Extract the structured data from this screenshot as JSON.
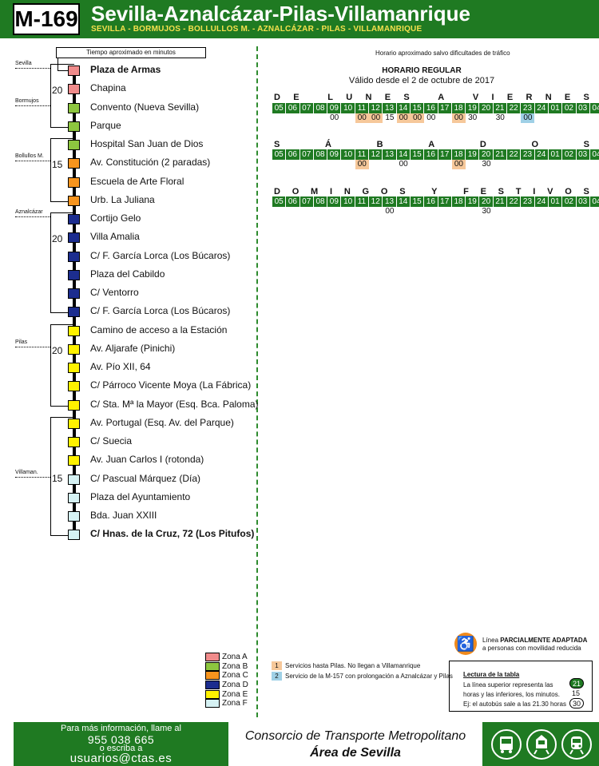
{
  "header": {
    "line_code": "M-169",
    "title": "Sevilla-Aznalcázar-Pilas-Villamanrique",
    "subtitle": "SEVILLA - BORMUJOS - BOLLULLOS M. - AZNALCÁZAR - PILAS - VILLAMANRIQUE"
  },
  "route": {
    "time_label": "Tiempo aproximado en minutos",
    "towns": [
      "Sevilla",
      "Bormujos",
      "Bollullos M.",
      "Aznalcázar",
      "Pilas",
      "Villaman."
    ],
    "segment_minutes": [
      "20",
      "15",
      "20",
      "20",
      "15"
    ],
    "stops": [
      {
        "name": "Plaza de Armas",
        "zone": "A"
      },
      {
        "name": "Chapina",
        "zone": "A"
      },
      {
        "name": "Convento (Nueva Sevilla)",
        "zone": "B"
      },
      {
        "name": "Parque",
        "zone": "B"
      },
      {
        "name": "Hospital San Juan de Dios",
        "zone": "B"
      },
      {
        "name": "Av. Constitución (2 paradas)",
        "zone": "C"
      },
      {
        "name": "Escuela de Arte Floral",
        "zone": "C"
      },
      {
        "name": "Urb. La Juliana",
        "zone": "C"
      },
      {
        "name": "Cortijo Gelo",
        "zone": "D"
      },
      {
        "name": "Villa Amalia",
        "zone": "D"
      },
      {
        "name": "C/ F. García Lorca (Los Búcaros)",
        "zone": "D"
      },
      {
        "name": "Plaza del Cabildo",
        "zone": "D"
      },
      {
        "name": "C/ Ventorro",
        "zone": "D"
      },
      {
        "name": "C/ F. García Lorca (Los Búcaros)",
        "zone": "D"
      },
      {
        "name": "Camino de acceso a la Estación",
        "zone": "E"
      },
      {
        "name": "Av. Aljarafe (Pinichi)",
        "zone": "E"
      },
      {
        "name": "Av. Pío XII, 64",
        "zone": "E"
      },
      {
        "name": "C/ Párroco Vicente Moya (La Fábrica)",
        "zone": "E"
      },
      {
        "name": "C/ Sta. Mª la Mayor (Esq. Bca. Paloma)",
        "zone": "E"
      },
      {
        "name": "Av. Portugal (Esq. Av. del Parque)",
        "zone": "E"
      },
      {
        "name": "C/ Suecia",
        "zone": "E"
      },
      {
        "name": "Av. Juan Carlos I (rotonda)",
        "zone": "E"
      },
      {
        "name": "C/ Pascual Márquez (Día)",
        "zone": "F"
      },
      {
        "name": "Plaza del Ayuntamiento",
        "zone": "F"
      },
      {
        "name": "Bda. Juan XXIII",
        "zone": "F"
      },
      {
        "name": "C/ Hnas. de la Cruz, 72 (Los Pitufos)",
        "zone": "F"
      }
    ]
  },
  "zone_colors": {
    "A": "#f08b8b",
    "B": "#8dc63f",
    "C": "#f7941d",
    "D": "#1c2d8f",
    "E": "#fff200",
    "F": "#d6f2f4"
  },
  "timetable": {
    "traffic_note": "Horario aproximado salvo dificultades de tráfico",
    "title": "HORARIO REGULAR",
    "valid_from": "Válido desde el 2 de octubre de 2017",
    "hours": [
      "05",
      "06",
      "07",
      "08",
      "09",
      "10",
      "11",
      "12",
      "13",
      "14",
      "15",
      "16",
      "17",
      "18",
      "19",
      "20",
      "21",
      "22",
      "23",
      "24",
      "01",
      "02",
      "03",
      "04"
    ],
    "days": [
      {
        "label": "DE LUNES A VIERNES",
        "departures": [
          {
            "hour_index": 4,
            "minute": "00",
            "remark": ""
          },
          {
            "hour_index": 6,
            "minute": "00",
            "remark": "1"
          },
          {
            "hour_index": 7,
            "minute": "00",
            "remark": "1"
          },
          {
            "hour_index": 8,
            "minute": "15",
            "remark": ""
          },
          {
            "hour_index": 9,
            "minute": "00",
            "remark": "1"
          },
          {
            "hour_index": 10,
            "minute": "00",
            "remark": "1"
          },
          {
            "hour_index": 11,
            "minute": "00",
            "remark": ""
          },
          {
            "hour_index": 13,
            "minute": "00",
            "remark": "1"
          },
          {
            "hour_index": 14,
            "minute": "30",
            "remark": ""
          },
          {
            "hour_index": 16,
            "minute": "30",
            "remark": ""
          },
          {
            "hour_index": 18,
            "minute": "00",
            "remark": "2"
          }
        ]
      },
      {
        "label": "SÁBADOS",
        "departures": [
          {
            "hour_index": 6,
            "minute": "00",
            "remark": "1"
          },
          {
            "hour_index": 9,
            "minute": "00",
            "remark": ""
          },
          {
            "hour_index": 13,
            "minute": "00",
            "remark": "1"
          },
          {
            "hour_index": 15,
            "minute": "30",
            "remark": ""
          }
        ]
      },
      {
        "label": "DOMINGOS Y FESTIVOS",
        "departures": [
          {
            "hour_index": 8,
            "minute": "00",
            "remark": ""
          },
          {
            "hour_index": 15,
            "minute": "30",
            "remark": ""
          }
        ]
      }
    ]
  },
  "zones_legend": [
    {
      "label": "Zona A",
      "zone": "A"
    },
    {
      "label": "Zona B",
      "zone": "B"
    },
    {
      "label": "Zona C",
      "zone": "C"
    },
    {
      "label": "Zona D",
      "zone": "D"
    },
    {
      "label": "Zona E",
      "zone": "E"
    },
    {
      "label": "Zona F",
      "zone": "F"
    }
  ],
  "remarks": [
    {
      "num": "1",
      "text": "Servicios hasta Pilas. No llegan a Villamanrique",
      "color": "#f6c89a"
    },
    {
      "num": "2",
      "text": "Servicio de la M-157 con prolongación a Aznalcázar y Pilas",
      "color": "#9fd0e6"
    }
  ],
  "accessibility": {
    "icon": "wheelchair-icon",
    "line1_prefix": "Línea ",
    "line1_bold": "PARCIALMENTE ADAPTADA",
    "line2": "a personas con movilidad reducida"
  },
  "reading": {
    "title": "Lectura de la tabla",
    "line1": "La línea superior representa las",
    "line2": "horas y las inferiores, los minutos.",
    "line3": "Ej: el autobús sale a las 21.30 horas",
    "ex_hour": "21",
    "ex_min1": "15",
    "ex_min2": "30"
  },
  "footer": {
    "info_line": "Para más información, llame al",
    "phone": "955 038 665",
    "write_line": "o escriba a",
    "email": "usuarios@ctas.es",
    "org_line1": "Consorcio de Transporte Metropolitano",
    "org_line2": "Área de Sevilla",
    "mode_icons": [
      "bus-icon",
      "train-icon",
      "metro-icon"
    ]
  }
}
